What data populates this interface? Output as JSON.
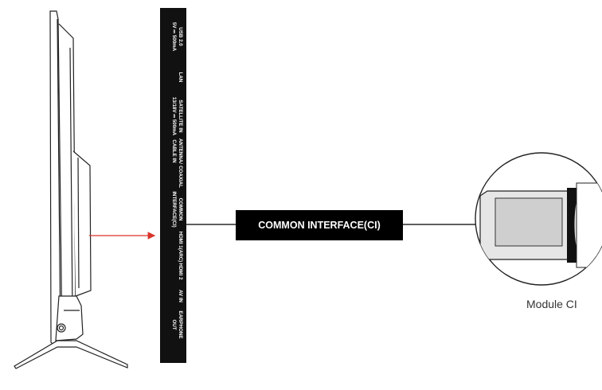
{
  "ports": [
    {
      "id": "usb",
      "lines": [
        "USB 2.0",
        "5V ⎓ 500mA"
      ]
    },
    {
      "id": "lan",
      "lines": [
        "LAN"
      ]
    },
    {
      "id": "satellite",
      "lines": [
        "SATELLITE IN",
        "13/18V ⎓ 500mA"
      ]
    },
    {
      "id": "antenna",
      "lines": [
        "ANTENNA/",
        "CABLE IN"
      ]
    },
    {
      "id": "coaxial",
      "lines": [
        "COAXIAL"
      ]
    },
    {
      "id": "common-interface",
      "lines": [
        "COMMON",
        "INTERFACE(CI)"
      ]
    },
    {
      "id": "hdmi1",
      "lines": [
        "HDMI 1(ARC)"
      ]
    },
    {
      "id": "hdmi2",
      "lines": [
        "HDMI 2"
      ]
    },
    {
      "id": "av-in",
      "lines": [
        "AV IN"
      ]
    },
    {
      "id": "earphone",
      "lines": [
        "EARPHONE",
        "OUT"
      ]
    }
  ],
  "callout": {
    "label": "COMMON INTERFACE(CI)"
  },
  "module_caption": "Module CI",
  "colors": {
    "arrow": "#d9342b",
    "panel": "#111111",
    "line": "#000000"
  }
}
